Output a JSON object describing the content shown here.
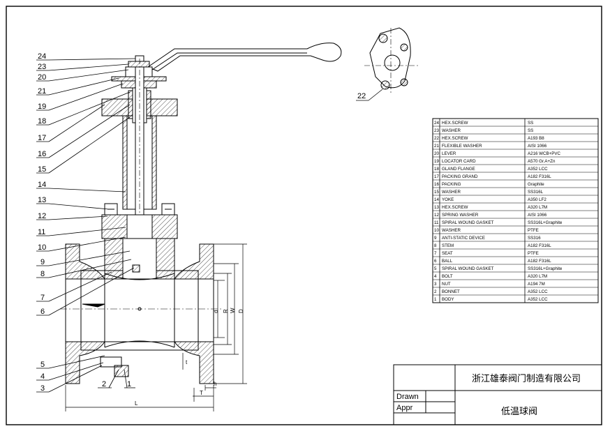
{
  "drawing": {
    "callouts": [
      "24",
      "23",
      "20",
      "21",
      "19",
      "18",
      "17",
      "16",
      "15",
      "14",
      "13",
      "12",
      "11",
      "10",
      "9",
      "8",
      "7",
      "6",
      "5",
      "4",
      "3",
      "2",
      "1",
      "22"
    ],
    "dimensions": {
      "L": "L",
      "T": "T",
      "h": "h",
      "d": "d",
      "R": "R",
      "W": "W",
      "D": "D",
      "t": "t"
    }
  },
  "bom": [
    {
      "no": "24",
      "name": "HEX.SCREW",
      "material": "SS"
    },
    {
      "no": "23",
      "name": "WASHER",
      "material": "SS"
    },
    {
      "no": "22",
      "name": "HEX.SCREW",
      "material": "A193 B8"
    },
    {
      "no": "21",
      "name": "FLEXIBLE WASHER",
      "material": "AISI 1066"
    },
    {
      "no": "20",
      "name": "LEVER",
      "material": "A216 WCB+PVC"
    },
    {
      "no": "19",
      "name": "LOCATOR CARD",
      "material": "A570 Gr.A+Zn"
    },
    {
      "no": "18",
      "name": "GLAND FLANGE",
      "material": "A352 LCC"
    },
    {
      "no": "17",
      "name": "PACKING GRAND",
      "material": "A182 F316L"
    },
    {
      "no": "16",
      "name": "PACKING",
      "material": "Graphite"
    },
    {
      "no": "15",
      "name": "WASHER",
      "material": "SS316L"
    },
    {
      "no": "14",
      "name": "YOKE",
      "material": "A350 LF2"
    },
    {
      "no": "13",
      "name": "HEX.SCREW",
      "material": "A320 L7M"
    },
    {
      "no": "12",
      "name": "SPRING WASHER",
      "material": "AISI 1066"
    },
    {
      "no": "11",
      "name": "SPIRAL WOUND GASKET",
      "material": "SS316L+Graphite"
    },
    {
      "no": "10",
      "name": "WASHER",
      "material": "PTFE"
    },
    {
      "no": "9",
      "name": "ANTI-STATIC DEVICE",
      "material": "SS316"
    },
    {
      "no": "8",
      "name": "STEM",
      "material": "A182 F316L"
    },
    {
      "no": "7",
      "name": "SEAT",
      "material": "PTFE"
    },
    {
      "no": "6",
      "name": "BALL",
      "material": "A182 F316L"
    },
    {
      "no": "5",
      "name": "SPIRAL WOUND GASKET",
      "material": "SS316L+Graphite"
    },
    {
      "no": "4",
      "name": "BOLT",
      "material": "A320 L7M"
    },
    {
      "no": "3",
      "name": "NUT",
      "material": "A194 7M"
    },
    {
      "no": "2",
      "name": "BONNET",
      "material": "A352 LCC"
    },
    {
      "no": "1",
      "name": "BODY",
      "material": "A352 LCC"
    }
  ],
  "title_block": {
    "company": "浙江雄泰阀门制造有限公司",
    "drawn_label": "Drawn",
    "appr_label": "Appr",
    "drawing_title": "低温球阀"
  }
}
